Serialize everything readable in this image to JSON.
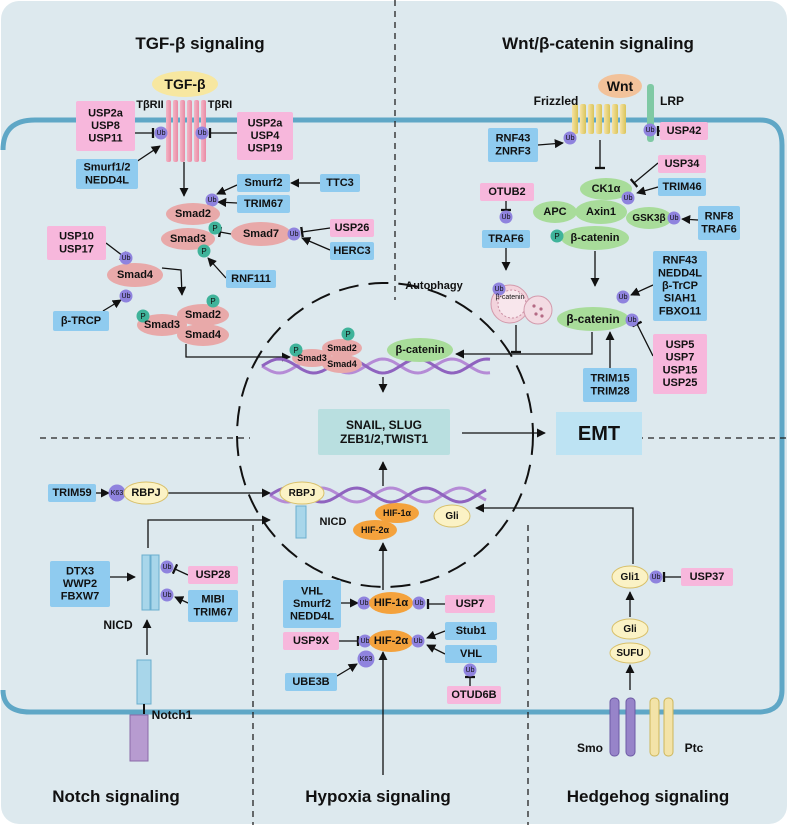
{
  "colors": {
    "background": "#dde9ee",
    "cell_border": "#5fa7c6",
    "blue_box": "#8fcbef",
    "pink_box": "#f7b7dc",
    "ub": "#8f83de",
    "p": "#3fb39a",
    "smad": "#e8a9a9",
    "catenin": "#a8dc9a",
    "hif": "#f4a23c",
    "teal_box": "#b9dfe0",
    "emt_text": "#e0261b",
    "dna": "#b58bd6"
  },
  "sections": {
    "tgf": "TGF-β signaling",
    "wnt": "Wnt/β-catenin signaling",
    "notch": "Notch signaling",
    "hypoxia": "Hypoxia signaling",
    "hedgehog": "Hedgehog signaling"
  },
  "tgf": {
    "ligand": "TGF-β",
    "receptor2": "TβRII",
    "receptor1": "TβRI",
    "left_dubs": "USP2a\nUSP8\nUSP11",
    "right_dubs": "USP2a\nUSP4\nUSP19",
    "left_e3": "Smurf1/2\nNEDD4L",
    "smad2": "Smad2",
    "smad3": "Smad3",
    "smad4": "Smad4",
    "smad7": "Smad7",
    "smurf2": "Smurf2",
    "ttc3": "TTC3",
    "trim67": "TRIM67",
    "usp26": "USP26",
    "herc3": "HERC3",
    "rnf111": "RNF111",
    "usp10_17": "USP10\nUSP17",
    "btrcp": "β-TRCP"
  },
  "wnt": {
    "ligand": "Wnt",
    "frizzled": "Frizzled",
    "lrp": "LRP",
    "rnf43_znrf3": "RNF43\nZNRF3",
    "usp42": "USP42",
    "usp34": "USP34",
    "trim46": "TRIM46",
    "ck1a": "CK1α",
    "apc": "APC",
    "axin1": "Axin1",
    "gsk3b": "GSK3β",
    "bcat": "β-catenin",
    "rnf8_traf6": "RNF8\nTRAF6",
    "otub2": "OTUB2",
    "traf6": "TRAF6",
    "autophagy": "Autophagy",
    "bcat_small": "β-catenin",
    "e3_list": "RNF43\nNEDD4L\nβ-TrCP\nSIAH1\nFBXO11",
    "dub_list": "USP5\nUSP7\nUSP15\nUSP25",
    "trim15_28": "TRIM15\nTRIM28"
  },
  "nucleus": {
    "smad2": "Smad2",
    "smad3": "Smad3",
    "smad4": "Smad4",
    "bcat": "β-catenin",
    "tf_box": "SNAIL, SLUG\nZEB1/2,TWIST1",
    "emt": "EMT",
    "rbpj": "RBPJ",
    "nicd": "NICD",
    "hif1a": "HIF-1α",
    "hif2a": "HIF-2α",
    "gli": "Gli"
  },
  "notch": {
    "trim59": "TRIM59",
    "k63": "K63",
    "rbpj": "RBPJ",
    "e3": "DTX3\nWWP2\nFBXW7",
    "usp28": "USP28",
    "mibi_trim67": "MIBI\nTRIM67",
    "nicd": "NICD",
    "notch1": "Notch1"
  },
  "hypoxia": {
    "e3": "VHL\nSmurf2\nNEDD4L",
    "hif1a": "HIF-1α",
    "usp7": "USP7",
    "usp9x": "USP9X",
    "hif2a": "HIF-2α",
    "stub1": "Stub1",
    "vhl": "VHL",
    "k63": "K63",
    "ube3b": "UBE3B",
    "otud6b": "OTUD6B"
  },
  "hedgehog": {
    "gli1": "Gli1",
    "usp37": "USP37",
    "gli": "Gli",
    "sufu": "SUFU",
    "smo": "Smo",
    "ptc": "Ptc"
  },
  "symbols": {
    "ub": "Ub",
    "p": "P"
  }
}
